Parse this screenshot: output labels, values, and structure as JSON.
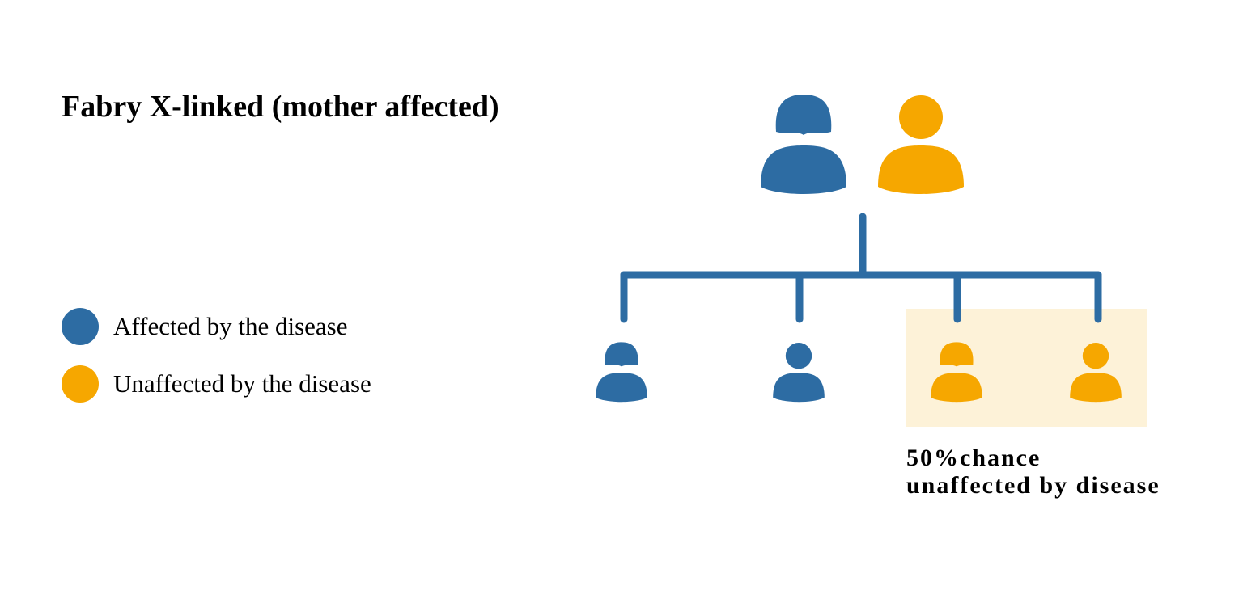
{
  "title": "Fabry X-linked (mother affected)",
  "legend": [
    {
      "label": "Affected by the disease",
      "color": "#2d6ca3"
    },
    {
      "label": "Unaffected by the disease",
      "color": "#f6a700"
    }
  ],
  "colors": {
    "affected": "#2d6ca3",
    "unaffected": "#f6a700",
    "line": "#2d6ca3",
    "highlight": "#fdf2d8"
  },
  "parents": [
    {
      "role": "mother",
      "sex": "female",
      "status": "affected"
    },
    {
      "role": "father",
      "sex": "male",
      "status": "unaffected"
    }
  ],
  "children": [
    {
      "sex": "female",
      "status": "affected"
    },
    {
      "sex": "male",
      "status": "affected"
    },
    {
      "sex": "female",
      "status": "unaffected"
    },
    {
      "sex": "male",
      "status": "unaffected"
    }
  ],
  "note": {
    "line1": "50%chance",
    "line2": "unaffected by disease"
  }
}
